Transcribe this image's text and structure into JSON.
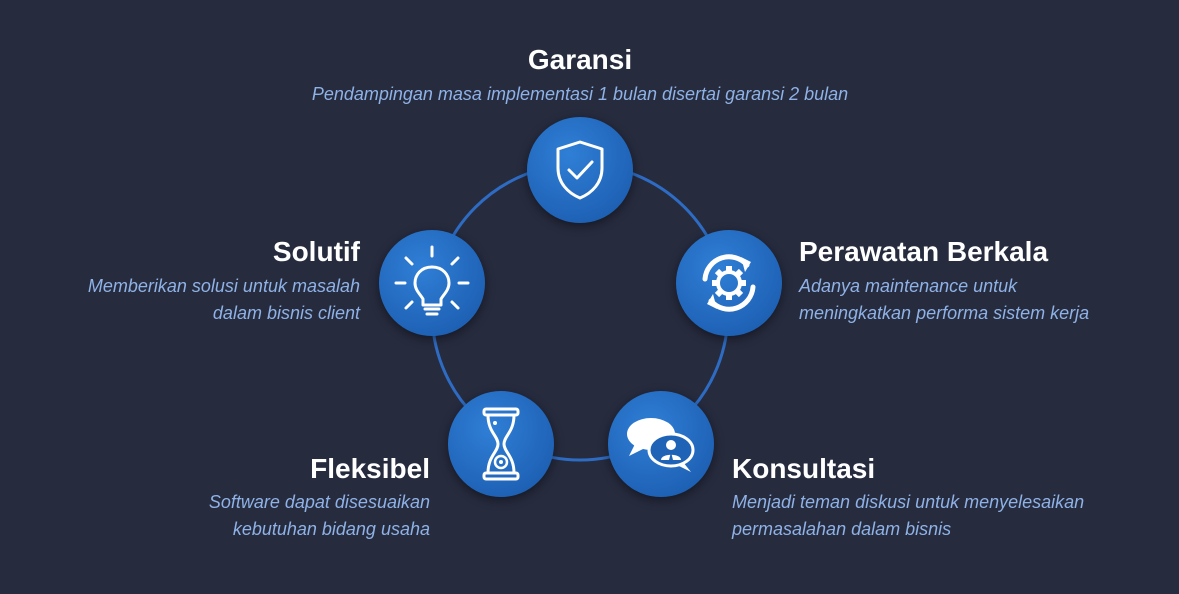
{
  "colors": {
    "background": "#262b3e",
    "ring": "#2e6bc2",
    "node": "#1f63b7",
    "title": "#ffffff",
    "description": "#8fb2e6"
  },
  "items": [
    {
      "title": "Garansi",
      "desc_lines": [
        "Pendampingan masa implementasi 1 bulan disertai garansi 2 bulan"
      ],
      "icon": "shield-check-icon"
    },
    {
      "title": "Perawatan Berkala",
      "desc_lines": [
        "Adanya maintenance untuk",
        "meningkatkan performa sistem kerja"
      ],
      "icon": "gear-refresh-icon"
    },
    {
      "title": "Konsultasi",
      "desc_lines": [
        "Menjadi teman diskusi untuk menyelesaikan",
        "permasalahan dalam bisnis"
      ],
      "icon": "chat-consultant-icon"
    },
    {
      "title": "Fleksibel",
      "desc_lines": [
        "Software dapat disesuaikan",
        "kebutuhan bidang usaha"
      ],
      "icon": "hourglass-gear-icon"
    },
    {
      "title": "Solutif",
      "desc_lines": [
        "Memberikan solusi untuk masalah",
        "dalam bisnis client"
      ],
      "icon": "lightbulb-icon"
    }
  ]
}
